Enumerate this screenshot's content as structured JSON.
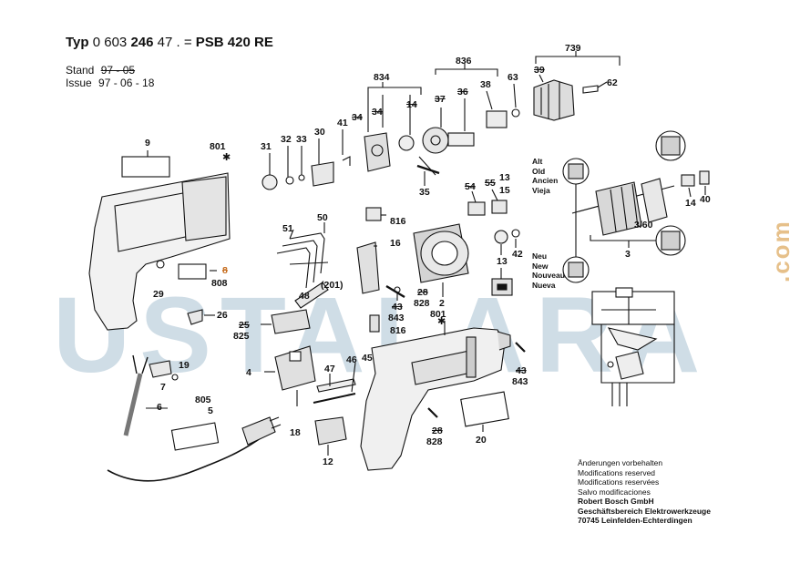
{
  "header": {
    "typ_prefix": "Typ",
    "typ_number": "0 603",
    "typ_bold": "246",
    "typ_suffix": "47 . =",
    "model": "PSB 420 RE",
    "stand_label": "Stand",
    "stand_value": "97 - 05",
    "issue_label": "Issue",
    "issue_value": "97 - 06 - 18"
  },
  "watermark": {
    "text": "USTALARA",
    "suffix": ".com",
    "color": "#cfdde6"
  },
  "labels": {
    "l9": "9",
    "l801a": "801",
    "l31": "31",
    "l32": "32",
    "l33": "33",
    "l30": "30",
    "l41": "41",
    "l834": "834",
    "l34a": "34",
    "l34b": "34",
    "l14a": "14",
    "l836": "836",
    "l37": "37",
    "l36": "36",
    "l38": "38",
    "l63": "63",
    "l739": "739",
    "l39": "39",
    "l62": "62",
    "l35": "35",
    "l54": "54",
    "l55": "55",
    "l13a": "13",
    "l15": "15",
    "l14b": "14",
    "l40": "40",
    "l360": "3/60",
    "l3": "3",
    "l50": "50",
    "l51": "51",
    "l816a": "816",
    "l16": "16",
    "l201": "(201)",
    "l48": "48",
    "l28a": "28",
    "l828a": "828",
    "l2": "2",
    "l13b": "13",
    "l42": "42",
    "l29": "29",
    "l8": "8",
    "l808": "808",
    "l26": "26",
    "l25": "25",
    "l825": "825",
    "l43a": "43",
    "l843a": "843",
    "l816b": "816",
    "l801b": "801",
    "l19": "19",
    "l7": "7",
    "l6": "6",
    "l4": "4",
    "l47": "47",
    "l46": "46",
    "l45": "45",
    "l43b": "43",
    "l843b": "843",
    "l805": "805",
    "l5": "5",
    "l18": "18",
    "l28b": "28",
    "l828b": "828",
    "l20": "20",
    "l12": "12"
  },
  "legend_alt": [
    "Alt",
    "Old",
    "Ancien",
    "Vieja"
  ],
  "legend_neu": [
    "Neu",
    "New",
    "Nouveau",
    "Nueva"
  ],
  "notes": [
    "Änderungen vorbehalten",
    "Modifications reserved",
    "Modifications reservées",
    "Salvo modificaciones",
    "Robert Bosch GmbH",
    "Geschäftsbereich Elektrowerkzeuge",
    "70745 Leinfelden-Echterdingen"
  ]
}
